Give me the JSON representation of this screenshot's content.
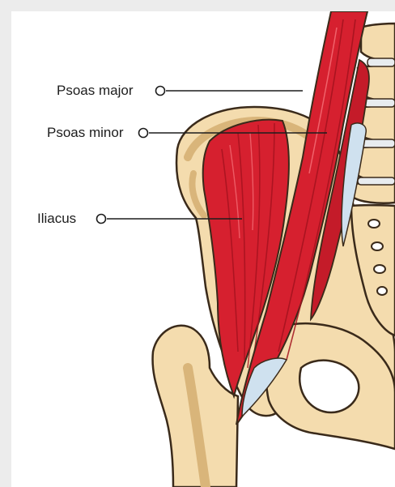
{
  "labels": {
    "psoas_major": "Psoas major",
    "psoas_minor": "Psoas minor",
    "iliacus": "Iliacus"
  },
  "colors": {
    "bone": "#f4dcae",
    "bone_shadow": "#d9b57a",
    "bone_outline": "#3a2a1a",
    "muscle": "#d6202f",
    "muscle_dark": "#a3121e",
    "muscle_light": "#f0626b",
    "tendon": "#cfe1ef",
    "leader_line": "#1d1d1d"
  }
}
